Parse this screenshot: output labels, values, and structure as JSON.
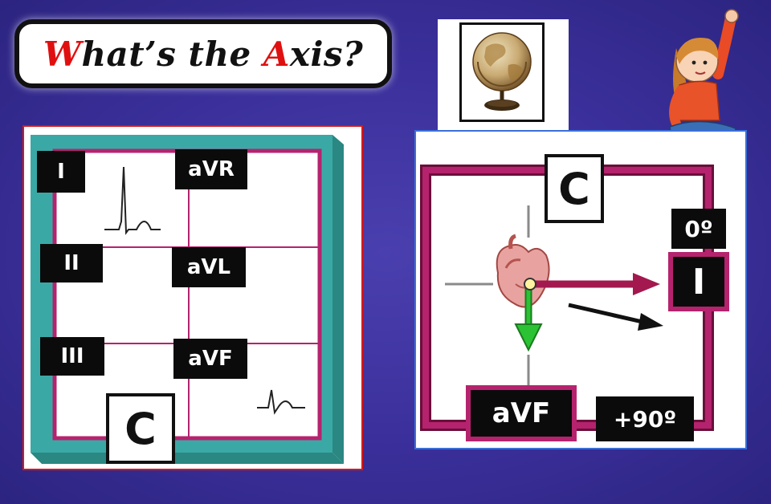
{
  "title": {
    "part1": "W",
    "part2": "hat’s the ",
    "part3": "A",
    "part4": "xis?"
  },
  "left_panel": {
    "leads": [
      "I",
      "aVR",
      "II",
      "aVL",
      "III",
      "aVF"
    ],
    "quiz_letter": "C"
  },
  "right_panel": {
    "quiz_letter": "C",
    "lead_i": "I",
    "lead_i_angle": "0º",
    "lead_avf": "aVF",
    "lead_avf_angle": "+90º"
  },
  "colors": {
    "frame_teal": "#3aa9a5",
    "frame_magenta": "#b5236e",
    "arrow_magenta": "#a3184f",
    "arrow_green": "#22b22c",
    "title_red": "#e01010"
  },
  "icons": [
    "globe-icon",
    "heart-icon",
    "raising-hand-child-icon"
  ]
}
